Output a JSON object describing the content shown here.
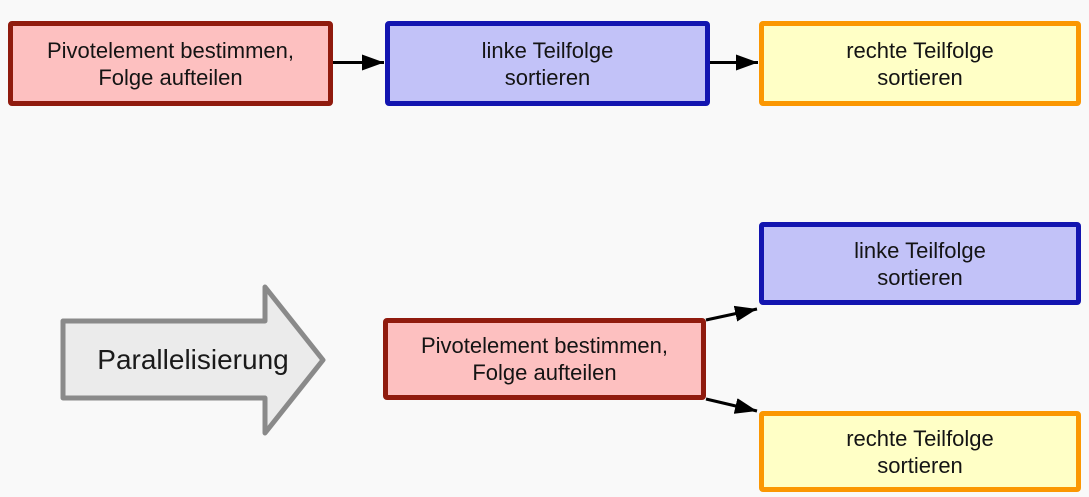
{
  "colors": {
    "background": "#f9f9f9",
    "pivot_fill": "#fdc0c0",
    "pivot_border": "#901b0e",
    "left_fill": "#c2c2f8",
    "left_border": "#1315b0",
    "right_fill": "#ffffc6",
    "right_border": "#fb9702",
    "big_arrow_fill": "#ebebeb",
    "big_arrow_border": "#8a8a8a",
    "connector": "#000000"
  },
  "sequential_flow": {
    "pivot_box": {
      "line1": "Pivotelement bestimmen,",
      "line2": "Folge aufteilen"
    },
    "left_box": {
      "line1": "linke Teilfolge",
      "line2": "sortieren"
    },
    "right_box": {
      "line1": "rechte Teilfolge",
      "line2": "sortieren"
    }
  },
  "parallel_flow": {
    "transition_label": "Parallelisierung",
    "pivot_box": {
      "line1": "Pivotelement bestimmen,",
      "line2": "Folge aufteilen"
    },
    "left_box": {
      "line1": "linke Teilfolge",
      "line2": "sortieren"
    },
    "right_box": {
      "line1": "rechte Teilfolge",
      "line2": "sortieren"
    }
  }
}
